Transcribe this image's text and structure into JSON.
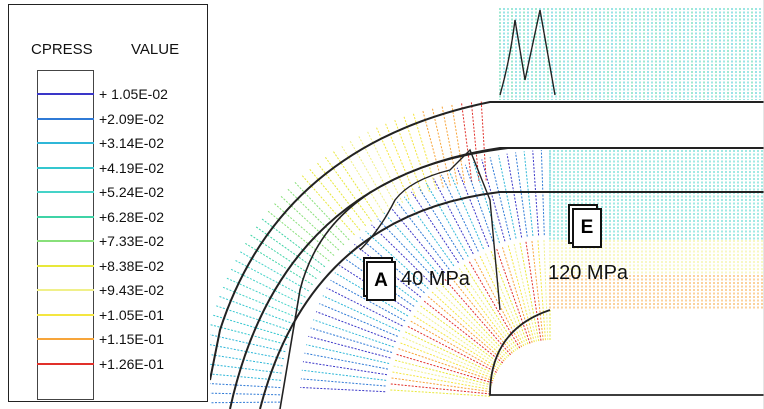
{
  "legend": {
    "title_left": "CPRESS",
    "title_right": "VALUE",
    "entries": [
      {
        "label": "+ 1.05E-02",
        "color": "#3a36c8"
      },
      {
        "label": "+2.09E-02",
        "color": "#2f7ad6"
      },
      {
        "label": "+3.14E-02",
        "color": "#2fb7d8"
      },
      {
        "label": "+4.19E-02",
        "color": "#34c7cf"
      },
      {
        "label": "+5.24E-02",
        "color": "#45d3c8"
      },
      {
        "label": "+6.28E-02",
        "color": "#3fd3a6"
      },
      {
        "label": "+7.33E-02",
        "color": "#88e07a"
      },
      {
        "label": "+8.38E-02",
        "color": "#e8e83a"
      },
      {
        "label": "+9.43E-02",
        "color": "#f0f08a"
      },
      {
        "label": "+1.05E-01",
        "color": "#f4e640"
      },
      {
        "label": "+1.15E-01",
        "color": "#f7a53a"
      },
      {
        "label": "+1.26E-01",
        "color": "#e1302a"
      }
    ]
  },
  "annotations": {
    "a_label": "A",
    "a_value": "40 MPa",
    "e_label": "E",
    "e_value": "120 MPa"
  }
}
